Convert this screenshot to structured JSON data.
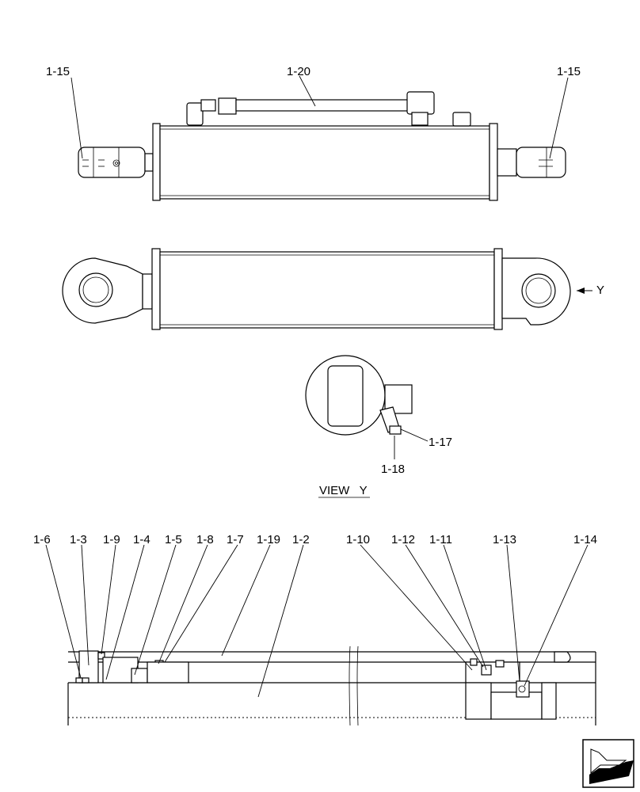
{
  "callouts": {
    "c_1_15_left": "1-15",
    "c_1_20": "1-20",
    "c_1_15_right": "1-15",
    "c_y": "Y",
    "c_1_17": "1-17",
    "c_1_18": "1-18",
    "view_y": "VIEW   Y",
    "c_1_6": "1-6",
    "c_1_3": "1-3",
    "c_1_9": "1-9",
    "c_1_4": "1-4",
    "c_1_5": "1-5",
    "c_1_8": "1-8",
    "c_1_7": "1-7",
    "c_1_19": "1-19",
    "c_1_2": "1-2",
    "c_1_10": "1-10",
    "c_1_12": "1-12",
    "c_1_11": "1-11",
    "c_1_13": "1-13",
    "c_1_14": "1-14"
  },
  "icons": {
    "nav": "next-page-arrow-icon"
  }
}
